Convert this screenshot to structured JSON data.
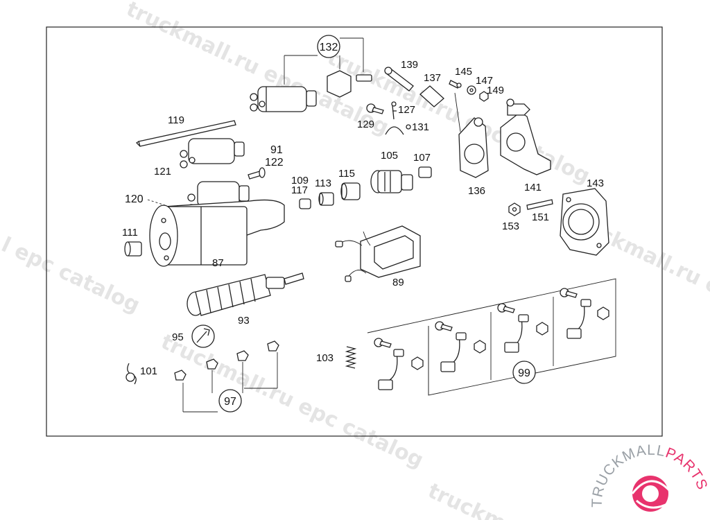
{
  "labels": {
    "p87": "87",
    "p89": "89",
    "p91": "91",
    "p93": "93",
    "p95": "95",
    "p97": "97",
    "p99": "99",
    "p101": "101",
    "p103": "103",
    "p105": "105",
    "p107": "107",
    "p109": "109",
    "p111": "111",
    "p113": "113",
    "p115": "115",
    "p117": "117",
    "p119": "119",
    "p120": "120",
    "p121": "121",
    "p122": "122",
    "p127": "127",
    "p129": "129",
    "p131": "131",
    "p132": "132",
    "p136": "136",
    "p137": "137",
    "p139": "139",
    "p141": "141",
    "p143": "143",
    "p145": "145",
    "p147": "147",
    "p149": "149",
    "p151": "151",
    "p153": "153"
  },
  "watermark": {
    "text_a": "truckmall.ru epc catalog",
    "text_b": "l epc catalog",
    "text_c": "ruckmall.ru e",
    "text_d": "truckmall.ru epc catalog",
    "text_e": "truckm"
  },
  "logo": {
    "text_a": "TRUCKMALL",
    "text_b": "PARTS",
    "color_a": "#9aa0a6",
    "color_b": "#e8336d"
  }
}
